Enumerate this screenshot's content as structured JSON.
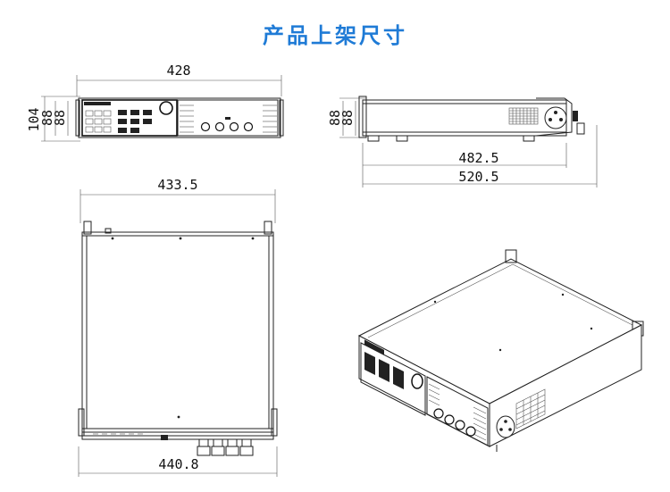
{
  "title": "产品上架尺寸",
  "colors": {
    "title": "#1f7bd6",
    "line": "#222222"
  },
  "front_view": {
    "width": "428",
    "height": "104",
    "height2": "88"
  },
  "side_view": {
    "height": "88",
    "depth1": "482.5",
    "depth2": "520.5"
  },
  "top_view": {
    "width_top": "433.5",
    "width_bottom": "440.8"
  }
}
